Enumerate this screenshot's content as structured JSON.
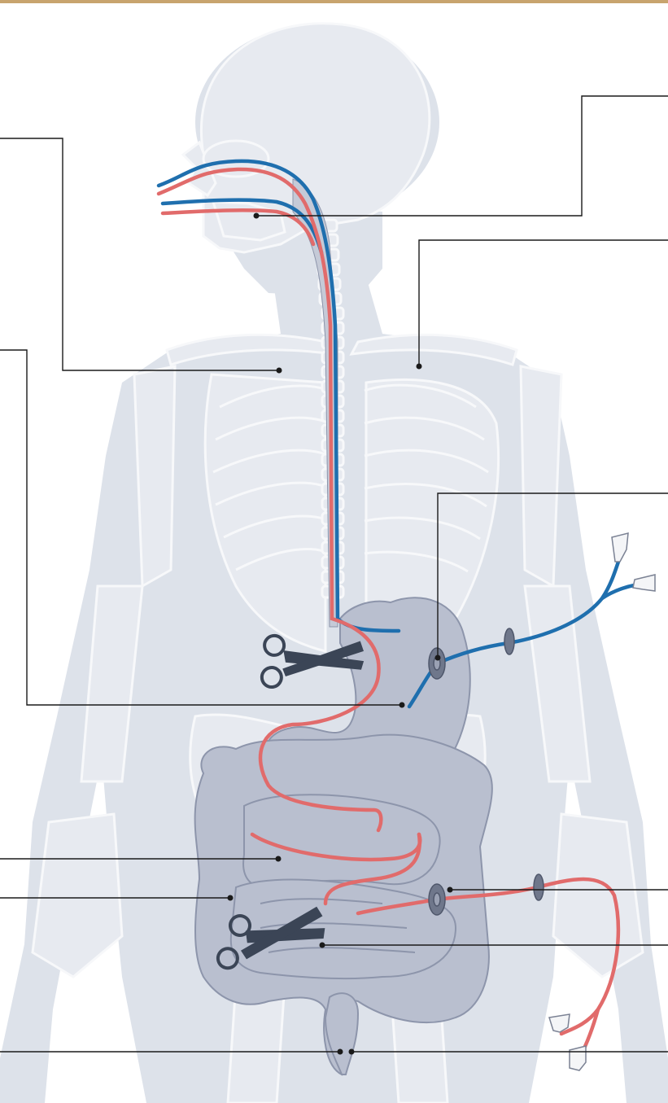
{
  "colors": {
    "top_bar": "#c8a46e",
    "body_silhouette": "#dde2ea",
    "bone_fill": "#e7eaf0",
    "bone_stroke": "#f7f8fa",
    "organ_fill": "#b9bfcf",
    "organ_stroke": "#8d95ab",
    "decompression_tube": "#1f6fae",
    "feeding_tube": "#e16b6b",
    "leader_line": "#1a1a1a",
    "scissors": "#3b4556",
    "port_ring": "#6f778b"
  },
  "icons": {
    "cut_upper": "scissors-icon",
    "cut_lower": "scissors-icon",
    "gastric_port": "port-ring-icon",
    "jejunal_port": "port-ring-icon",
    "connector_caps": "luer-connector-icon"
  },
  "callouts": [
    {
      "id": "callout-nasal-tubes"
    },
    {
      "id": "callout-stomach"
    },
    {
      "id": "callout-gastric-port"
    },
    {
      "id": "callout-esophageal-cut"
    },
    {
      "id": "callout-duodenum-tube-tip"
    },
    {
      "id": "callout-jejunal-tube"
    },
    {
      "id": "callout-intestinal-cut"
    },
    {
      "id": "callout-jejunal-port"
    },
    {
      "id": "callout-lower-intestine"
    },
    {
      "id": "callout-rectum"
    }
  ]
}
